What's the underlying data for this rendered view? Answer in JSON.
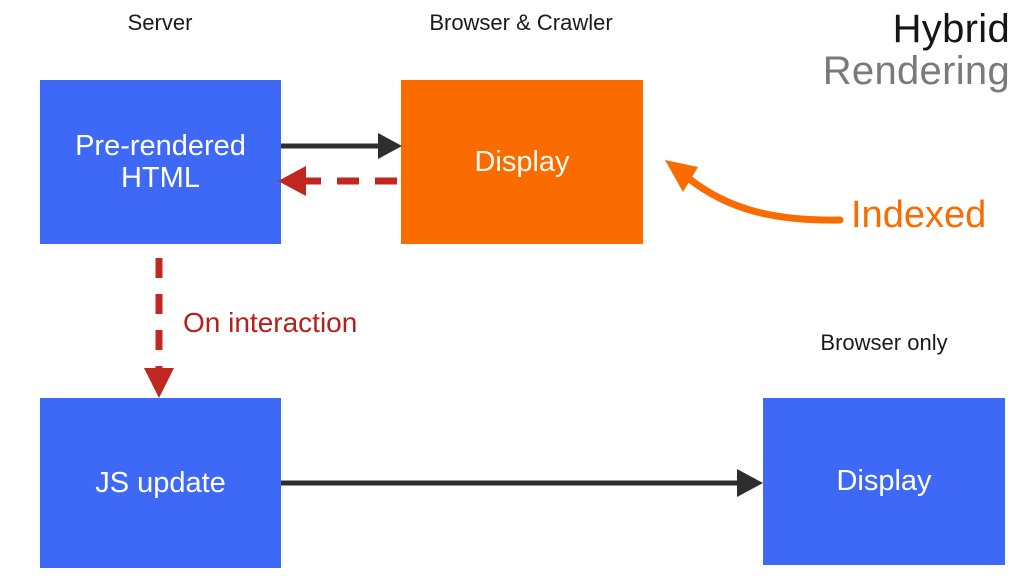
{
  "title": {
    "line1": "Hybrid",
    "line2": "Rendering"
  },
  "labels": {
    "server": "Server",
    "browser_crawler": "Browser & Crawler",
    "browser_only": "Browser only"
  },
  "nodes": {
    "prerendered_html": "Pre-rendered\nHTML",
    "prerendered_html_line1": "Pre-rendered",
    "prerendered_html_line2": "HTML",
    "display_top": "Display",
    "js_update": "JS update",
    "display_bottom": "Display"
  },
  "annotations": {
    "on_interaction": "On interaction",
    "indexed": "Indexed"
  },
  "colors": {
    "blue_box": "#3d69f6",
    "orange_box": "#fa6b00",
    "arrow_black": "#2e2e2e",
    "arrow_red": "#c0271f",
    "arrow_orange": "#fa6b00",
    "title_dark": "#151515",
    "title_gray": "#7a7a7a",
    "label_dark": "#1b1b1b",
    "background": "#ffffff"
  },
  "connectors": [
    {
      "name": "prerendered-to-display",
      "style": "solid",
      "color": "#2e2e2e",
      "from": "prerendered_html",
      "to": "display_top",
      "direction": "right"
    },
    {
      "name": "display-to-prerendered",
      "style": "dashed",
      "color": "#c0271f",
      "from": "display_top",
      "to": "prerendered_html",
      "direction": "left"
    },
    {
      "name": "prerendered-to-js-update",
      "style": "dashed",
      "color": "#c0271f",
      "from": "prerendered_html",
      "to": "js_update",
      "direction": "down",
      "label": "On interaction"
    },
    {
      "name": "js-update-to-display",
      "style": "solid",
      "color": "#2e2e2e",
      "from": "js_update",
      "to": "display_bottom",
      "direction": "right"
    },
    {
      "name": "indexed-callout",
      "style": "curved",
      "color": "#fa6b00",
      "from": "indexed",
      "to": "display_top",
      "direction": "left"
    }
  ]
}
